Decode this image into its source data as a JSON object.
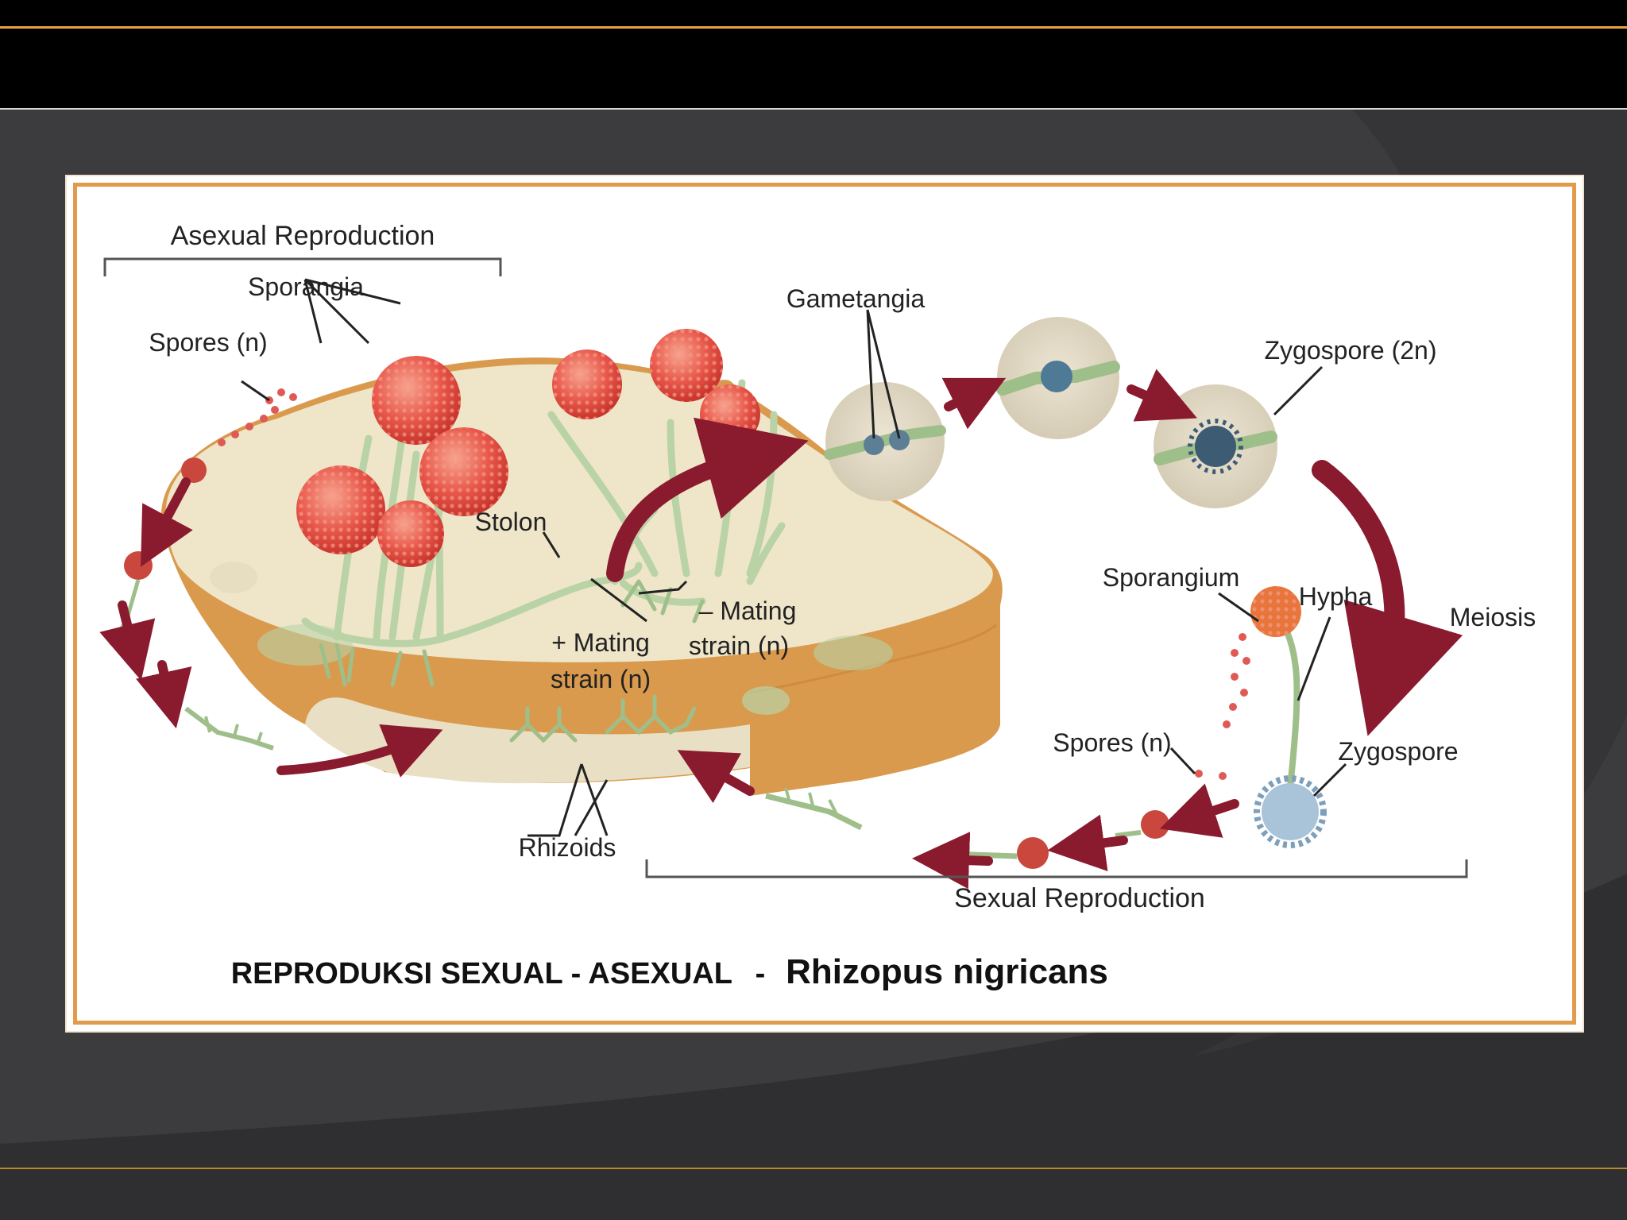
{
  "labels": {
    "asexual_reproduction": "Asexual Reproduction",
    "sporangia": "Sporangia",
    "spores_left": "Spores (n)",
    "gametangia": "Gametangia",
    "zygospore_2n": "Zygospore (2n)",
    "stolon": "Stolon",
    "plus_mating_1": "+ Mating",
    "plus_mating_2": "strain (n)",
    "minus_mating_1": "– Mating",
    "minus_mating_2": "strain (n)",
    "sporangium": "Sporangium",
    "hypha": "Hypha",
    "meiosis": "Meiosis",
    "spores_right": "Spores (n)",
    "zygospore": "Zygospore",
    "rhizoids": "Rhizoids",
    "sexual_reproduction": "Sexual Reproduction"
  },
  "caption": {
    "left": "REPRODUKSI SEXUAL - ASEXUAL",
    "dash": "-",
    "right": "Rhizopus nigricans"
  },
  "colors": {
    "background": "#3c3b3d",
    "frame_border": "#e29b4c",
    "arrow": "#8a1a2e",
    "sporangium": "#e8564a",
    "hypha": "#b9d3a6",
    "bread_crust": "#d99a4e",
    "bread_crumb": "#efe6c9"
  }
}
